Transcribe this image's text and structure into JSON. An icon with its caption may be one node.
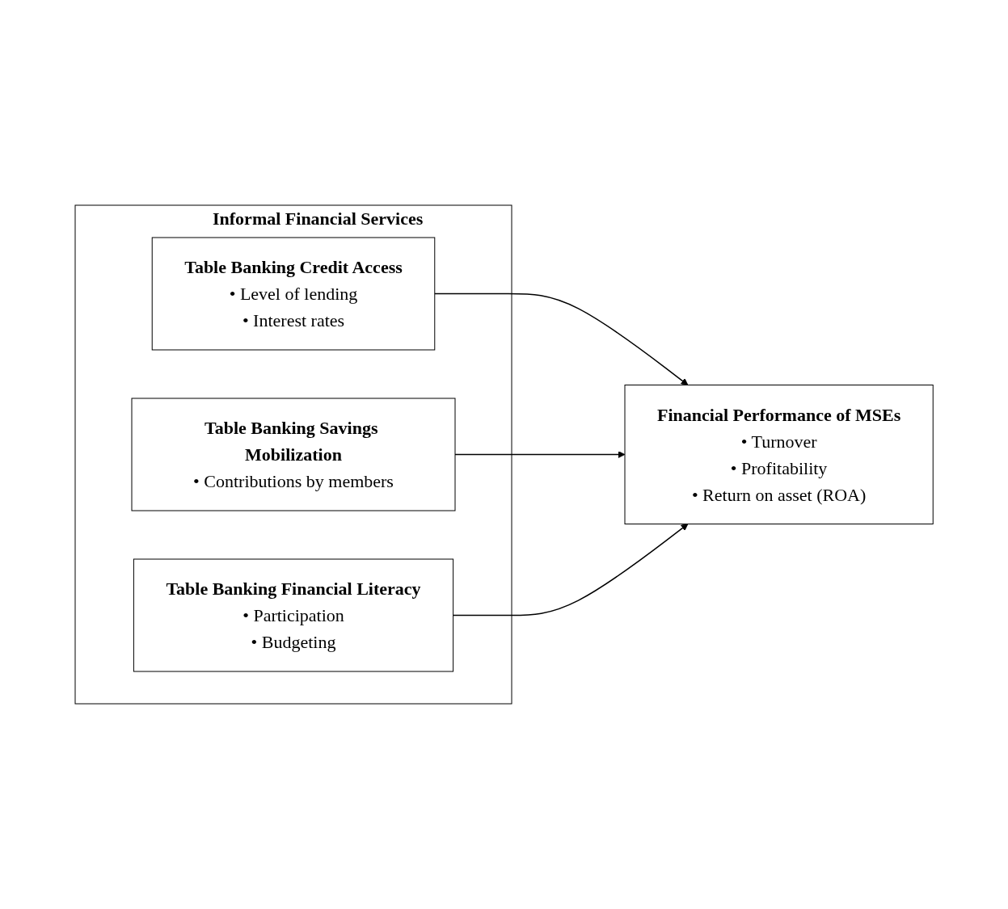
{
  "diagram": {
    "nodes": [
      {
        "text": [
          "Informal Financial Services"
        ]
      },
      {
        "text": [
          "Table Banking Credit Access",
          "• Level of lending",
          "• Interest rates"
        ],
        "in": 0
      },
      {
        "text": [
          "Table Banking Savings Mobilization",
          "• Contributions by members"
        ],
        "in": 0
      },
      {
        "text": [
          "Table Banking Financial Literacy",
          "• Participation",
          "• Budgeting"
        ],
        "in": 0
      },
      {
        "text": [
          "Financial Performance of MSEs",
          "• Turnover",
          "• Profitability",
          "• Return on asset (ROA)"
        ]
      }
    ],
    "edges": [
      {
        "from": 1,
        "to": 4,
        "arrow": "to"
      },
      {
        "from": 2,
        "to": 4,
        "arrow": "to"
      },
      {
        "from": 3,
        "to": 4,
        "arrow": "to"
      }
    ]
  }
}
